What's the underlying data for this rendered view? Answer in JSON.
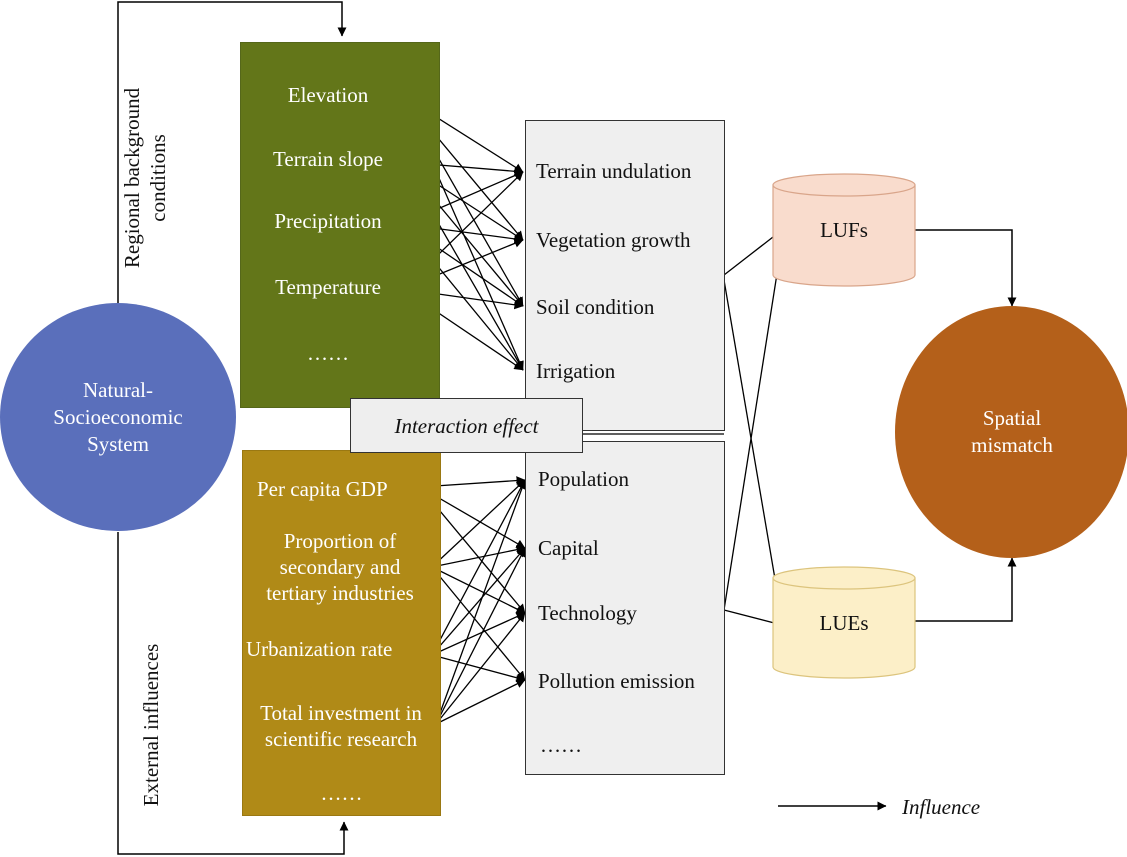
{
  "sides": {
    "top": [
      "Regional background",
      "conditions"
    ],
    "bottom": "External influences"
  },
  "system": [
    "Natural-",
    "Socioeconomic",
    "System"
  ],
  "regional_factors": [
    "Elevation",
    "Terrain slope",
    "Precipitation",
    "Temperature",
    "……"
  ],
  "external_factors": [
    "Per capita GDP",
    "Proportion of",
    "secondary and",
    "tertiary industries",
    "Urbanization rate",
    "Total investment in",
    "scientific research",
    "……"
  ],
  "natural_outcomes": [
    "Terrain undulation",
    "Vegetation growth",
    "Soil condition",
    "Irrigation"
  ],
  "socio_outcomes": [
    "Population",
    "Capital",
    "Technology",
    "Pollution emission",
    "……"
  ],
  "interaction": "Interaction effect",
  "lufs": "LUFs",
  "lues": "LUEs",
  "result": [
    "Spatial",
    "mismatch"
  ],
  "legend": "Influence",
  "colors": {
    "green": "#637619",
    "gold": "#b08a17",
    "blue_circle": "#5a6fbb",
    "brown_circle": "#b4601a",
    "lufs_fill": "#f9dccd",
    "lues_fill": "#fcefc8"
  }
}
